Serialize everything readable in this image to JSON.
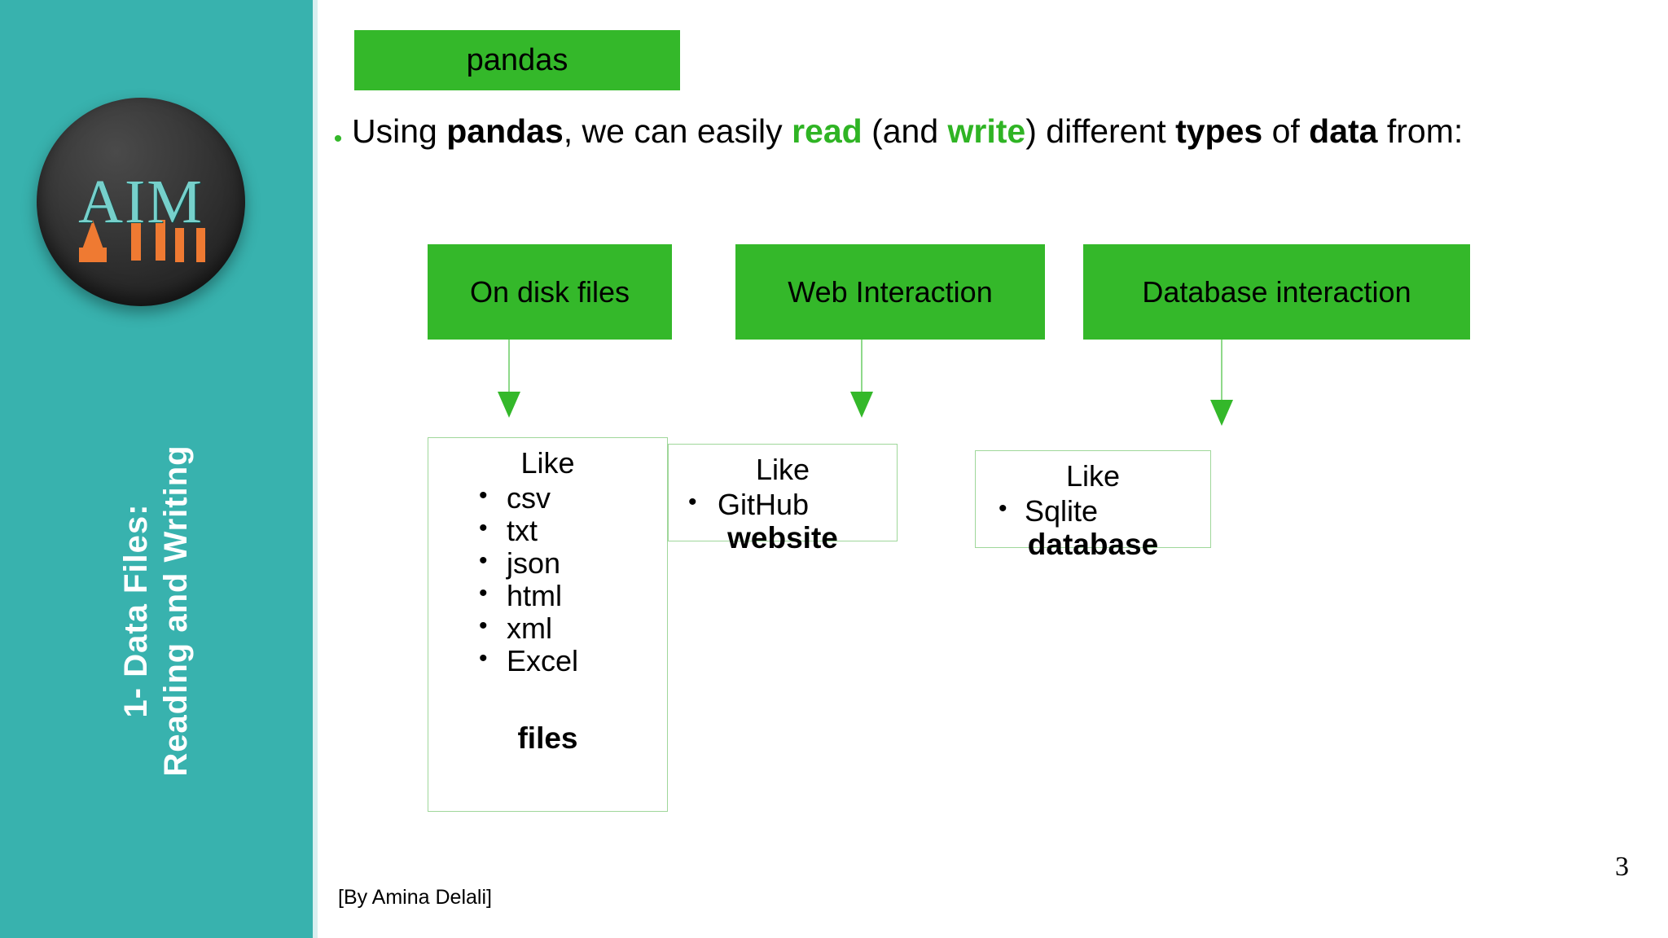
{
  "sidebar": {
    "logo": {
      "text": "AIM",
      "alt": "aim-logo"
    },
    "title_line1": "1- Data Files:",
    "title_line2": "Reading and Writing"
  },
  "header": {
    "topic_label": "pandas"
  },
  "lead": {
    "bullet_marker": "•",
    "segments": [
      {
        "text": "Using ",
        "style": "normal"
      },
      {
        "text": "pandas",
        "style": "bold"
      },
      {
        "text": ", we can easily ",
        "style": "normal"
      },
      {
        "text": "read",
        "style": "green-bold"
      },
      {
        "text": " (and ",
        "style": "normal"
      },
      {
        "text": "write",
        "style": "green-bold"
      },
      {
        "text": ") different ",
        "style": "normal"
      },
      {
        "text": "types",
        "style": "bold"
      },
      {
        "text": " of ",
        "style": "normal"
      },
      {
        "text": "data",
        "style": "bold"
      },
      {
        "text": " from:",
        "style": "normal"
      }
    ],
    "plain": "Using pandas, we can easily read (and write) different types of data from:"
  },
  "diagram": {
    "categories": [
      {
        "label": "On disk files"
      },
      {
        "label": "Web Interaction"
      },
      {
        "label": "Database interaction"
      }
    ],
    "details": [
      {
        "like_label": "Like",
        "items": [
          "csv",
          "txt",
          "json",
          "html",
          "xml",
          "Excel"
        ],
        "footer": "files"
      },
      {
        "like_label": "Like",
        "items": [
          "GitHub"
        ],
        "footer": "website"
      },
      {
        "like_label": "Like",
        "items": [
          "Sqlite"
        ],
        "footer": "database"
      }
    ]
  },
  "footer": {
    "author": "[By Amina Delali]",
    "page_number": "3"
  },
  "colors": {
    "sidebar_teal": "#38b2ae",
    "accent_green": "#34b82a",
    "detail_border": "#9fd79a",
    "logo_teal": "#76d0cb",
    "logo_orange": "#ef7a32"
  }
}
